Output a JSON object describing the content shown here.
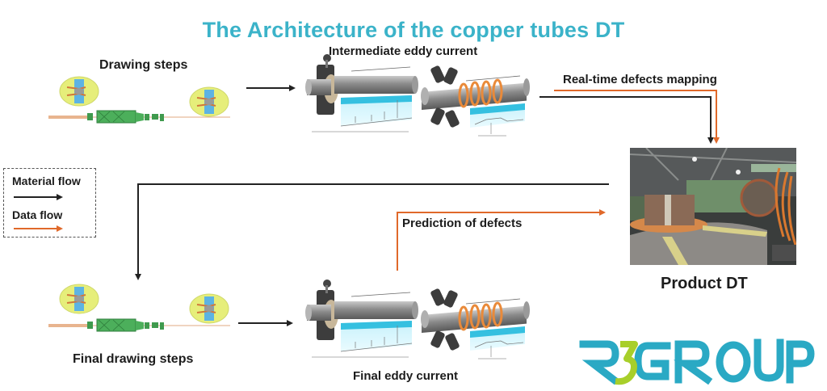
{
  "title": "The Architecture of the copper tubes DT",
  "stages": {
    "drawing_steps": "Drawing steps",
    "intermediate_eddy_current": "Intermediate eddy current",
    "final_drawing_steps": "Final drawing steps",
    "final_eddy_current": "Final eddy current",
    "product_dt": "Product DT"
  },
  "flows": {
    "real_time_mapping": "Real-time defects mapping",
    "prediction": "Prediction of defects"
  },
  "legend": {
    "material_flow": "Material flow",
    "data_flow": "Data flow"
  },
  "colors": {
    "title": "#3bb3c9",
    "material_flow": "#222222",
    "data_flow": "#e0692a",
    "logo_primary": "#2aa9c4",
    "logo_accent": "#a8cf2a"
  },
  "logo": {
    "text": "R3GROUP"
  }
}
